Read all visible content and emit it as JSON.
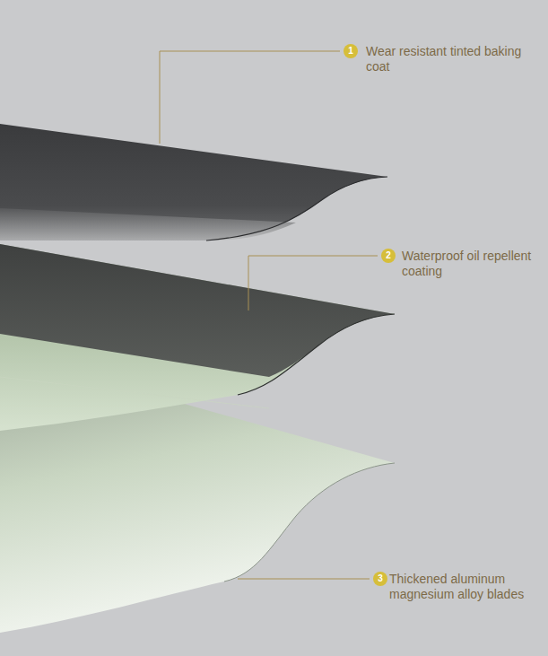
{
  "diagram": {
    "labels": [
      "1",
      "Wear resistant tinted baking coat",
      "2",
      "Waterproof oil repellent coating",
      "3",
      "Thickened aluminum magnesium alloy blades"
    ]
  }
}
